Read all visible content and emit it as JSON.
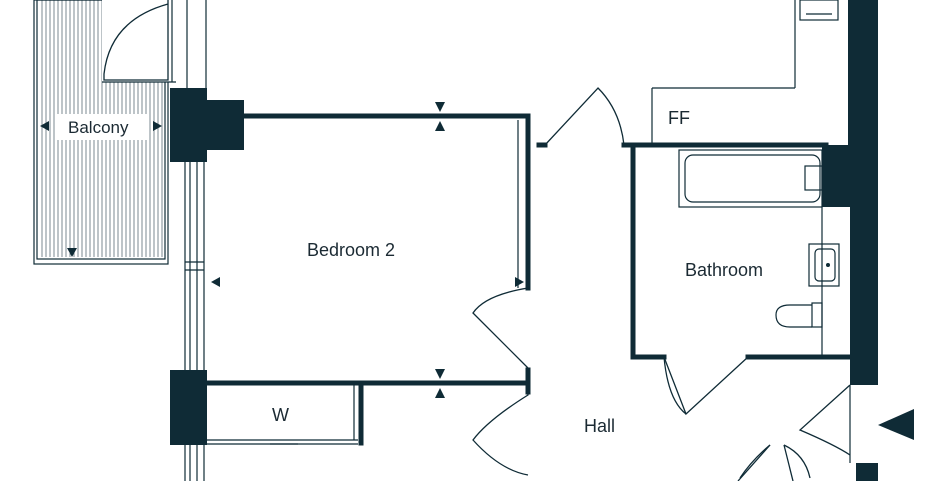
{
  "rooms": {
    "balcony": "Balcony",
    "bedroom2": "Bedroom 2",
    "bathroom": "Bathroom",
    "hall": "Hall",
    "ff": "FF",
    "wardrobe": "W"
  },
  "colors": {
    "wall": "#0f2b36",
    "background": "#ffffff"
  }
}
